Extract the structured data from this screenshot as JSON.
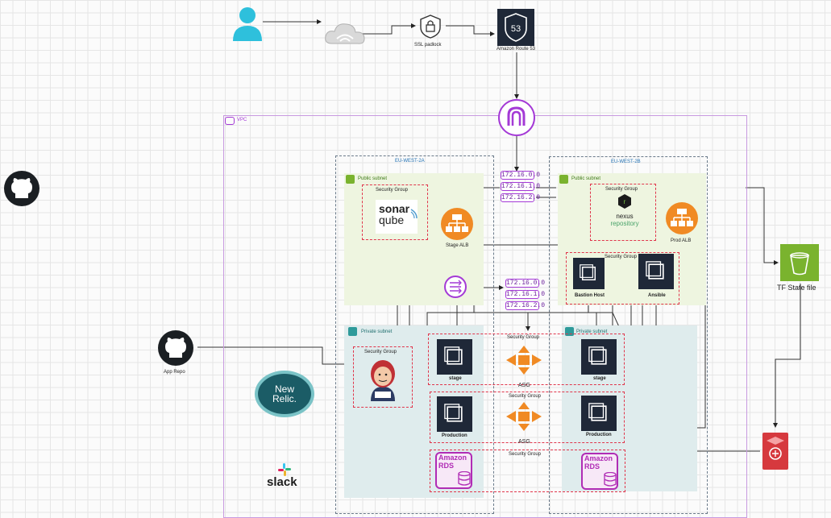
{
  "user": {
    "icon": "user-icon"
  },
  "internet": {
    "icon": "cloud-icon"
  },
  "ssl": {
    "label": "SSL padlock",
    "icon": "padlock-icon"
  },
  "route53": {
    "label": "Amazon Route 53",
    "badge": "53"
  },
  "igw": {
    "icon": "internet-gateway-icon"
  },
  "vpc": {
    "label": "VPC"
  },
  "az_a": {
    "label": "EU-WEST-2A"
  },
  "az_b": {
    "label": "EU-WEST-2B"
  },
  "public_subnet_a": {
    "label": "Public subnet"
  },
  "public_subnet_b": {
    "label": "Public subnet"
  },
  "private_subnet_a": {
    "label": "Private subnet"
  },
  "private_subnet_b": {
    "label": "Private subnet"
  },
  "route_table_top": [
    "172.16.0.0",
    "172.16.1.0",
    "172.16.2.0"
  ],
  "route_table_mid": [
    "172.16.0.0",
    "172.16.1.0",
    "172.16.2.0"
  ],
  "sonarqube": {
    "sg": "Security Group",
    "line1": "sonar",
    "line2": "qube"
  },
  "stage_alb": {
    "label": "Stage ALB"
  },
  "nexus": {
    "sg": "Security Group",
    "line1": "nexus",
    "line2": "repository",
    "badge": "r"
  },
  "prod_alb": {
    "label": "Prod ALB"
  },
  "bastion_sg": {
    "label": "Security Group"
  },
  "bastion": {
    "label": "Bastion Host"
  },
  "ansible": {
    "label": "Ansible"
  },
  "jenkins": {
    "sg": "Security Group"
  },
  "stage_group": {
    "sg": "Security Group",
    "asg": "ASG",
    "left": "stage",
    "right": "stage"
  },
  "prod_group": {
    "sg": "Security Group",
    "asg": "ASG",
    "left": "Production",
    "right": "Production"
  },
  "rds_group": {
    "sg": "Security Group",
    "line1": "Amazon",
    "line2": "RDS"
  },
  "tf_state": {
    "label": "TF State file"
  },
  "github": {
    "icon": "github-icon"
  },
  "app_repo": {
    "label": "App Repo"
  },
  "newrelic": {
    "line1": "New",
    "line2": "Relic."
  },
  "slack": {
    "label": "slack"
  },
  "colors": {
    "sg": "#e0354b",
    "vpc": "#a43ad6",
    "alb": "#f08a24",
    "s3": "#7ab32e",
    "rds": "#b02cb5",
    "ec2": "#1f2838"
  }
}
